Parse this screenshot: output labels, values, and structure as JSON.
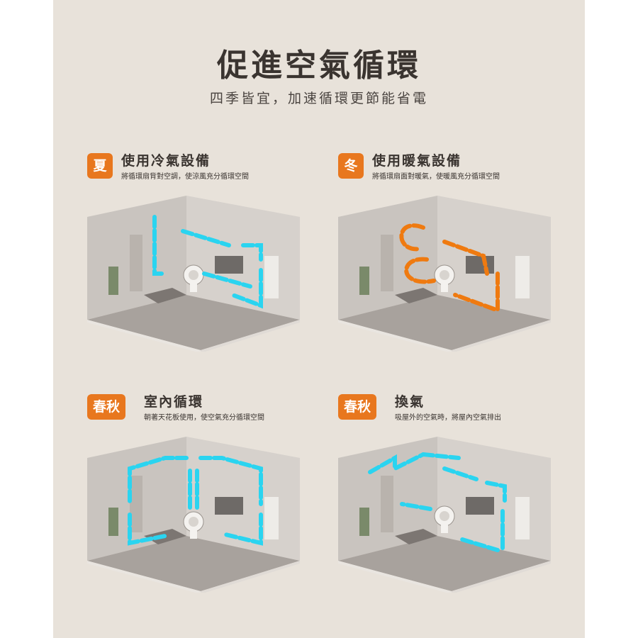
{
  "title": "促進空氣循環",
  "subtitle": "四季皆宜，加速循環更節能省電",
  "colors": {
    "background": "#e8e2da",
    "badge": "#e8771e",
    "cool_arrow": "#2ad4f0",
    "warm_arrow": "#ef7a10"
  },
  "sections": [
    {
      "badge": "夏",
      "heading": "使用冷氣設備",
      "description": "將循環扇背對空調，使涼風充分循環空間",
      "arrow_color": "cool"
    },
    {
      "badge": "冬",
      "heading": "使用暖氣設備",
      "description": "將循環扇面對暖氣，使暖風充分循環空間",
      "arrow_color": "warm"
    },
    {
      "badge": "春秋",
      "heading": "室內循環",
      "description": "朝著天花板使用，使空氣充分循環空間",
      "arrow_color": "cool"
    },
    {
      "badge": "春秋",
      "heading": "換氣",
      "description": "吸屋外的空氣時，將屋內空氣排出",
      "arrow_color": "cool"
    }
  ]
}
